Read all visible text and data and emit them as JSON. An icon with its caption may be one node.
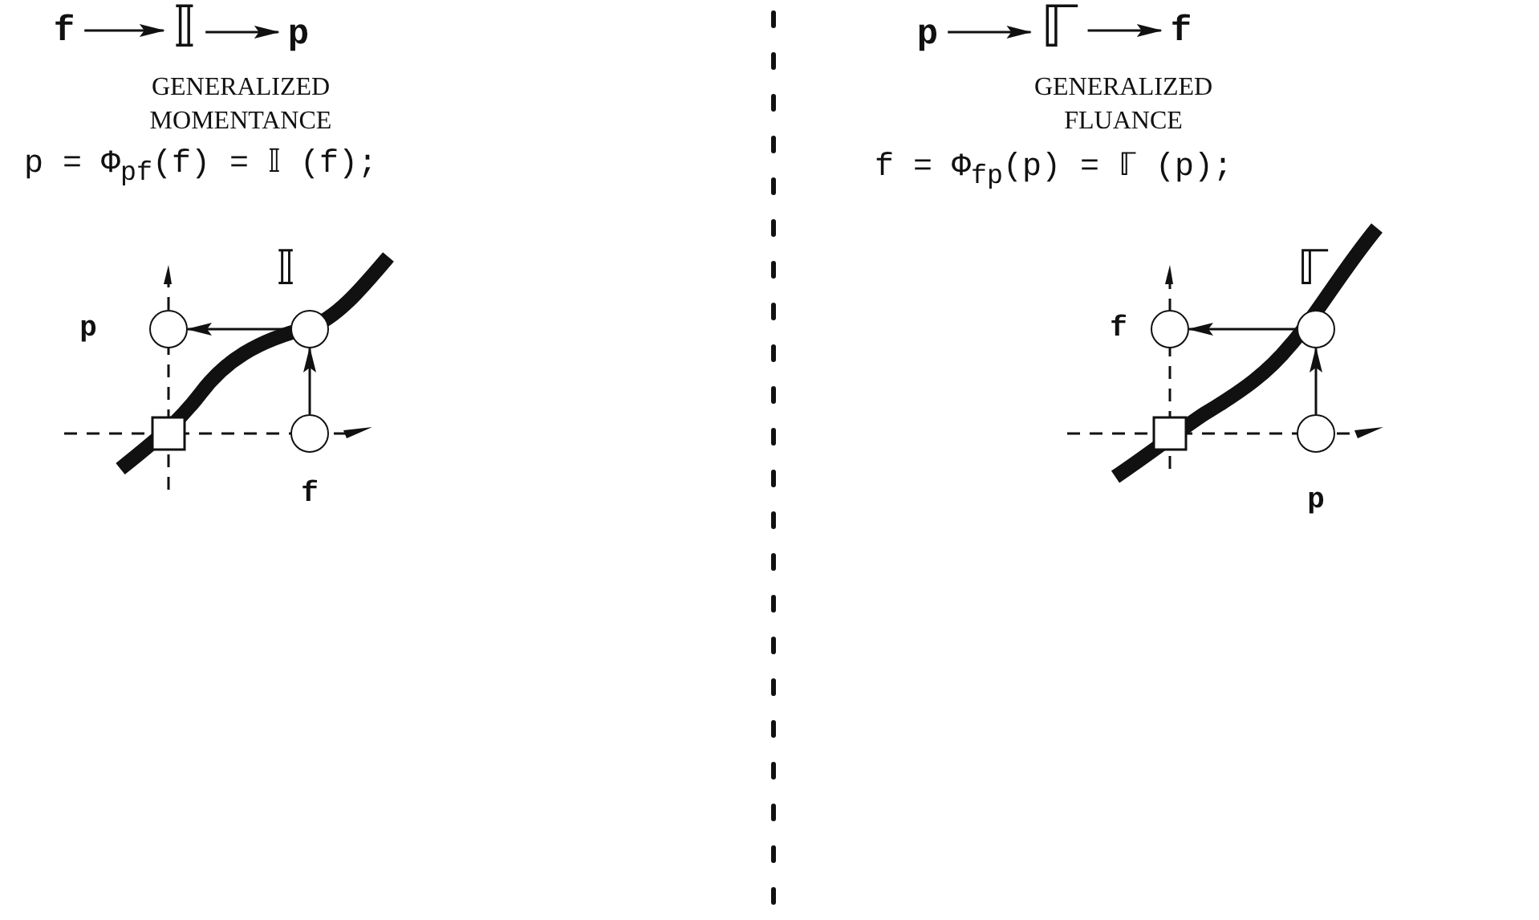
{
  "diagram": {
    "nodes": [
      {
        "text": [
          "f"
        ]
      },
      {
        "text": [
          "𝕀"
        ]
      },
      {
        "text": [
          "p"
        ]
      },
      {
        "text": [
          "p"
        ]
      },
      {
        "text": [
          "ℾ"
        ]
      },
      {
        "text": [
          "f"
        ]
      },
      {
        "text": [],
        "shape": "circle",
        "beside": [
          "p"
        ]
      },
      {
        "text": [],
        "shape": "circle"
      },
      {
        "text": [],
        "shape": "circle",
        "beside": [
          "f"
        ]
      },
      {
        "text": [],
        "shape": "circle",
        "beside": [
          "f"
        ]
      },
      {
        "text": [],
        "shape": "circle"
      },
      {
        "text": [],
        "shape": "circle",
        "beside": [
          "p"
        ]
      }
    ],
    "edges": [
      {
        "from": 0,
        "to": 1,
        "arrow": "to"
      },
      {
        "from": 1,
        "to": 2,
        "arrow": "to"
      },
      {
        "from": 3,
        "to": 4,
        "arrow": "to"
      },
      {
        "from": 4,
        "to": 5,
        "arrow": "to"
      },
      {
        "from": 8,
        "to": 7,
        "arrow": "to"
      },
      {
        "from": 7,
        "to": 6,
        "arrow": "to"
      },
      {
        "from": 11,
        "to": 10,
        "arrow": "to"
      },
      {
        "from": 10,
        "to": 9,
        "arrow": "to"
      }
    ],
    "labels": [
      "GENERALIZED MOMENTANCE",
      "p = Φ$_{pf}$(f) = 𝕀 (f);",
      "𝕀",
      "GENERALIZED FLUANCE",
      "f = Φ$_{fp}$(p) = ℾ (p);",
      "ℾ"
    ]
  }
}
